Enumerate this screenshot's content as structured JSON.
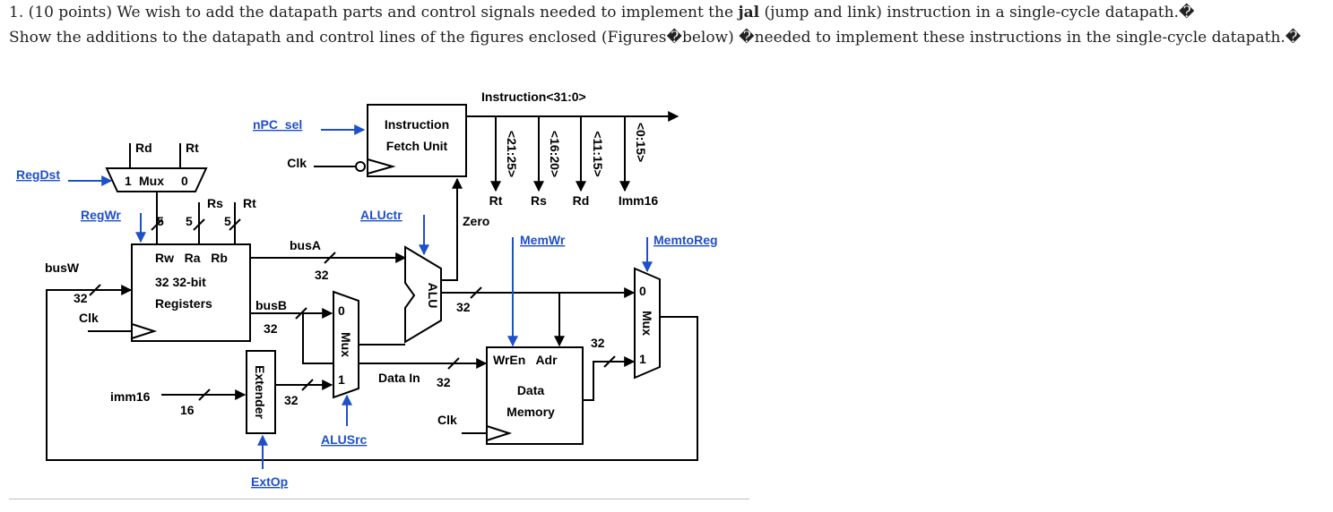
{
  "question": {
    "line1_pre": "1. (10 points) We wish to add the datapath parts and control signals needed to implement the ",
    "line1_bold": "jal",
    "line1_post": " (jump and link) instruction in a single-cycle datapath.�",
    "line2": "Show the additions to the datapath and control lines of the figures enclosed (Figures�below) �needed to implement these instructions in the single-cycle datapath.�"
  },
  "diagram": {
    "instruction_bus": "Instruction<31:0>",
    "ifu_line1": "Instruction",
    "ifu_line2": "Fetch Unit",
    "npc_sel": "nPC_sel",
    "clk": "Clk",
    "fields": [
      "<21:25>",
      "<16:20>",
      "<11:15>",
      "<0:15>"
    ],
    "field_outputs": [
      "Rt",
      "Rs",
      "Rd",
      "Imm16"
    ],
    "rd": "Rd",
    "rt": "Rt",
    "regdst": "RegDst",
    "mux": "Mux",
    "mux_1": "1",
    "mux_0": "0",
    "rs": "Rs",
    "rt2": "Rt",
    "regwr": "RegWr",
    "five": "5",
    "rw_ra_rb": "Rw   Ra   Rb",
    "regs_line1": "32 32-bit",
    "regs_line2": "Registers",
    "busw": "busW",
    "thirtytwo": "32",
    "busa": "busA",
    "busb": "busB",
    "aluctr": "ALUctr",
    "zero": "Zero",
    "alu": "ALU",
    "memwr": "MemWr",
    "memtoreg": "MemtoReg",
    "wren_adr": "WrEn   Adr",
    "data": "Data",
    "memory": "Memory",
    "data_in": "Data In",
    "imm16": "imm16",
    "sixteen": "16",
    "extender": "Extender",
    "extop": "ExtOp",
    "alusrc": "ALUSrc"
  }
}
